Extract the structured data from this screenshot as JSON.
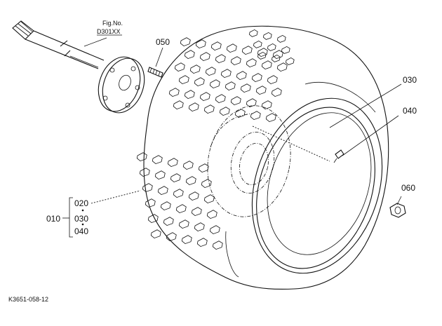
{
  "figure_ref": {
    "line1": "Fig.No.",
    "line2": "D301XX"
  },
  "callouts": {
    "c050": "050",
    "c030": "030",
    "c040": "040",
    "c060": "060",
    "c010": "010",
    "c020": "020",
    "c030b": "030",
    "c040b": "040"
  },
  "drawing_id": "K3651-058-12"
}
